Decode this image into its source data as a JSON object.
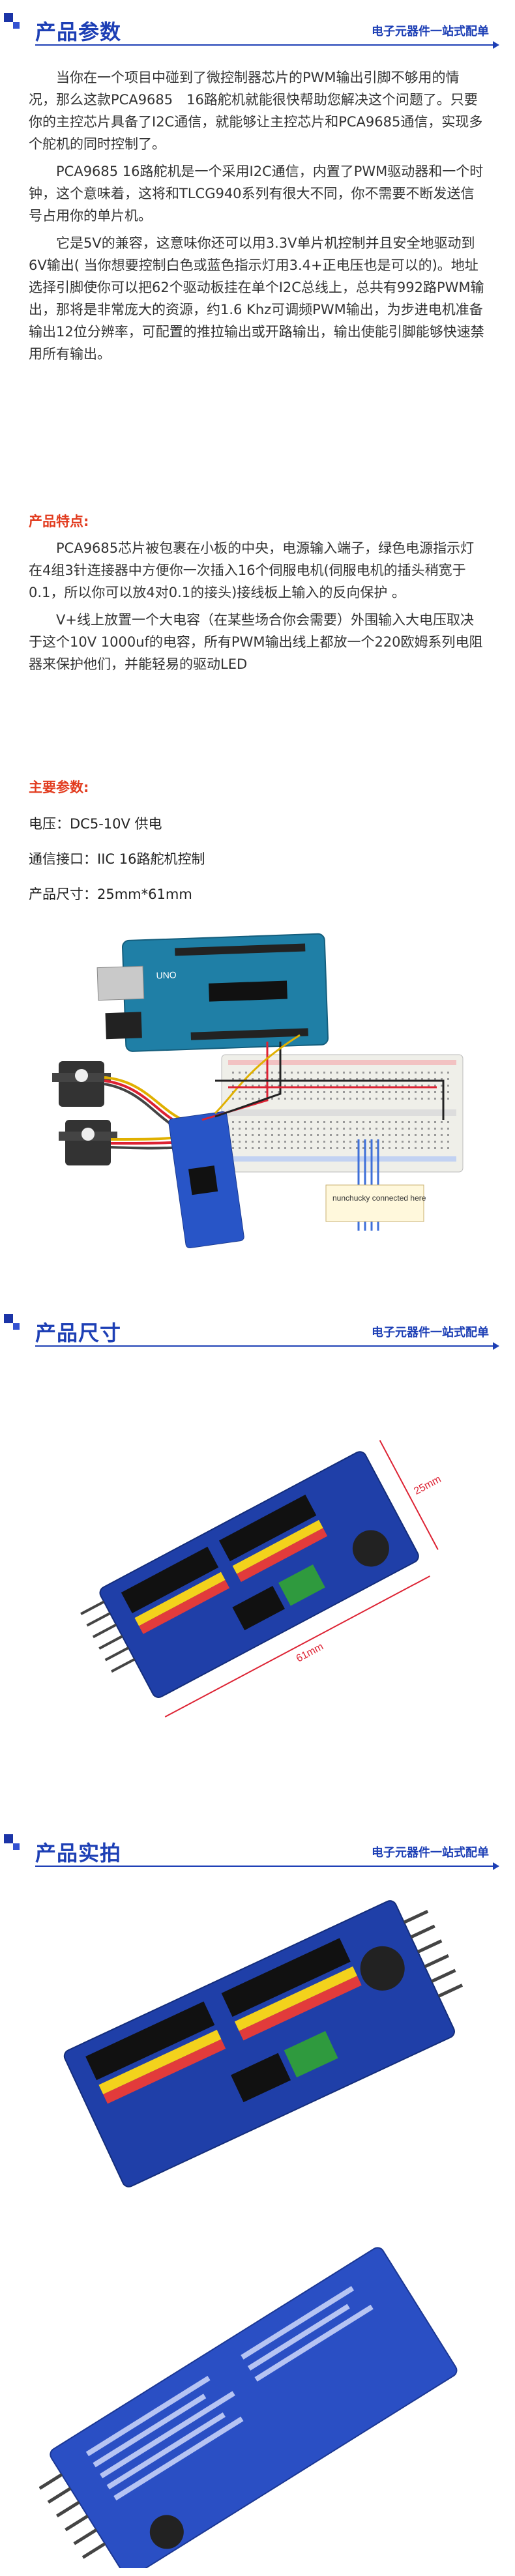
{
  "sections": {
    "params": {
      "title": "产品参数",
      "tagline": "电子元器件一站式配单"
    },
    "size": {
      "title": "产品尺寸",
      "tagline": "电子元器件一站式配单"
    },
    "photo": {
      "title": "产品实拍",
      "tagline": "电子元器件一站式配单"
    }
  },
  "intro": [
    "当你在一个项目中碰到了微控制器芯片的PWM输出引脚不够用的情况，那么这款PCA9685　16路舵机就能很快帮助您解决这个问题了。只要你的主控芯片具备了I2C通信，就能够让主控芯片和PCA9685通信，实现多个舵机的同时控制了。",
    "PCA9685 16路舵机是一个采用I2C通信，内置了PWM驱动器和一个时钟，这个意味着，这将和TLCG940系列有很大不同，你不需要不断发送信号占用你的单片机。",
    "它是5V的兼容，这意味你还可以用3.3V单片机控制并且安全地驱动到6V输出( 当你想要控制白色或蓝色指示灯用3.4+正电压也是可以的)。地址选择引脚使你可以把62个驱动板挂在单个I2C总线上，总共有992路PWM输出，那将是非常庞大的资源，约1.6 Khz可调频PWM输出，为步进电机准备输出12位分辨率，可配置的推拉输出或开路输出，输出使能引脚能够快速禁用所有输出。"
  ],
  "features_title": "产品特点:",
  "features": [
    "PCA9685芯片被包裹在小板的中央，电源输入端子，绿色电源指示灯在4组3针连接器中方便你一次插入16个伺服电机(伺服电机的插头稍宽于0.1，所以你可以放4对0.1的接头)接线板上输入的反向保护 。",
    "V+线上放置一个大电容（在某些场合你会需要）外围输入大电压取决于这个10V 1000uf的电容，所有PWM输出线上都放一个220欧姆系列电阻器来保护他们，并能轻易的驱动LED"
  ],
  "params_title": "主要参数:",
  "specs": [
    "电压：DC5-10V 供电",
    "通信接口：IIC 16路舵机控制",
    "产品尺寸：25mm*61mm"
  ],
  "wiring": {
    "note": "nunchucky connected here"
  },
  "dimensions": {
    "width_label": "25mm",
    "length_label": "61mm"
  },
  "colors": {
    "brand_blue": "#1d3fb5",
    "accent_red": "#e23b1e",
    "pcb_blue": "#1f3fa8",
    "terminal_green": "#2f9a3e"
  }
}
